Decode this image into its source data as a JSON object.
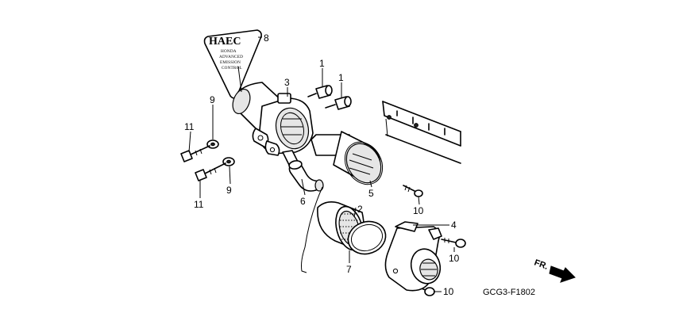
{
  "label": {
    "title": "HAEC",
    "lines": [
      "HONDA",
      "ADVANCED",
      "EMISSION",
      "CONTROL"
    ]
  },
  "callouts": {
    "c1a": "1",
    "c1b": "1",
    "c2": "2",
    "c3": "3",
    "c4": "4",
    "c5": "5",
    "c6": "6",
    "c7": "7",
    "c8": "8",
    "c9a": "9",
    "c9b": "9",
    "c10a": "10",
    "c10b": "10",
    "c10c": "10",
    "c11a": "11",
    "c11b": "11"
  },
  "direction": "FR.",
  "diagram_code": "GCG3-F1802"
}
